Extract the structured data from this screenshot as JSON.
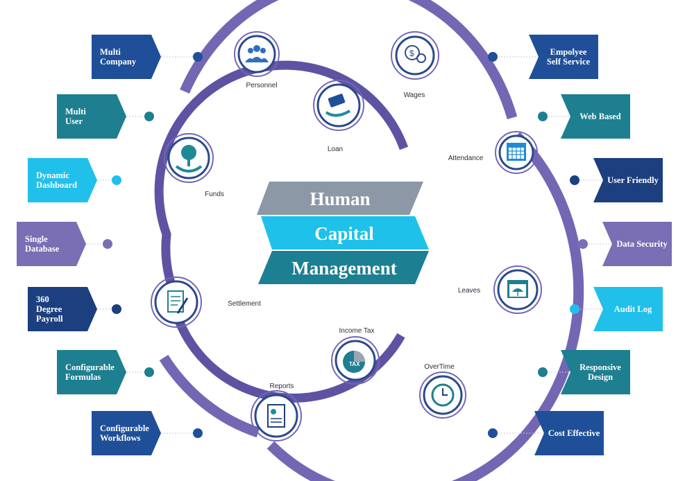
{
  "title": {
    "line1": "Human",
    "line2": "Capital",
    "line3": "Management"
  },
  "colors": {
    "ring": "#7367b4",
    "ring_dark": "#5e53a3",
    "navy": "#1f4f98",
    "teal": "#1d7f90",
    "cyan": "#20c0ea",
    "lavender": "#7a6fb4",
    "dark_navy": "#1c3f7f",
    "title_gray": "#8c98a6",
    "title_cyan": "#1ec1ea",
    "title_teal": "#1c7f92"
  },
  "left_features": [
    {
      "lines": [
        "Multi",
        "Company"
      ],
      "color": "#1f4f98"
    },
    {
      "lines": [
        "Multi",
        "User"
      ],
      "color": "#1d7f90"
    },
    {
      "lines": [
        "Dynamic",
        "Dashboard"
      ],
      "color": "#20c0ea"
    },
    {
      "lines": [
        "Single",
        "Database"
      ],
      "color": "#7a6fb4"
    },
    {
      "lines": [
        "360",
        "Degree",
        "Payroll"
      ],
      "color": "#1c3f7f"
    },
    {
      "lines": [
        "Configurable",
        "Formulas"
      ],
      "color": "#1d7f90"
    },
    {
      "lines": [
        "Configurable",
        "Workflows"
      ],
      "color": "#1f4f98"
    }
  ],
  "right_features": [
    {
      "lines": [
        "Empolyee",
        "Self Service"
      ],
      "color": "#1f4f98"
    },
    {
      "lines": [
        "Web Based"
      ],
      "color": "#1d7f90"
    },
    {
      "lines": [
        "User Friendly"
      ],
      "color": "#1c3f7f"
    },
    {
      "lines": [
        "Data Security"
      ],
      "color": "#7a6fb4"
    },
    {
      "lines": [
        "Audit Log"
      ],
      "color": "#20c0ea"
    },
    {
      "lines": [
        "Responsive",
        "Design"
      ],
      "color": "#1d7f90"
    },
    {
      "lines": [
        "Cost Effective"
      ],
      "color": "#1f4f98"
    }
  ],
  "modules": [
    {
      "label": "Personnel",
      "icon": "people-icon"
    },
    {
      "label": "Wages",
      "icon": "money-icon"
    },
    {
      "label": "Loan",
      "icon": "loan-hand-icon"
    },
    {
      "label": "Attendance",
      "icon": "calendar-icon"
    },
    {
      "label": "Funds",
      "icon": "tree-hands-icon"
    },
    {
      "label": "Leaves",
      "icon": "umbrella-window-icon"
    },
    {
      "label": "Settlement",
      "icon": "document-pen-icon"
    },
    {
      "label": "Income Tax",
      "icon": "tax-pie-icon"
    },
    {
      "label": "OverTime",
      "icon": "clock-icon"
    },
    {
      "label": "Reports",
      "icon": "report-icon"
    }
  ]
}
